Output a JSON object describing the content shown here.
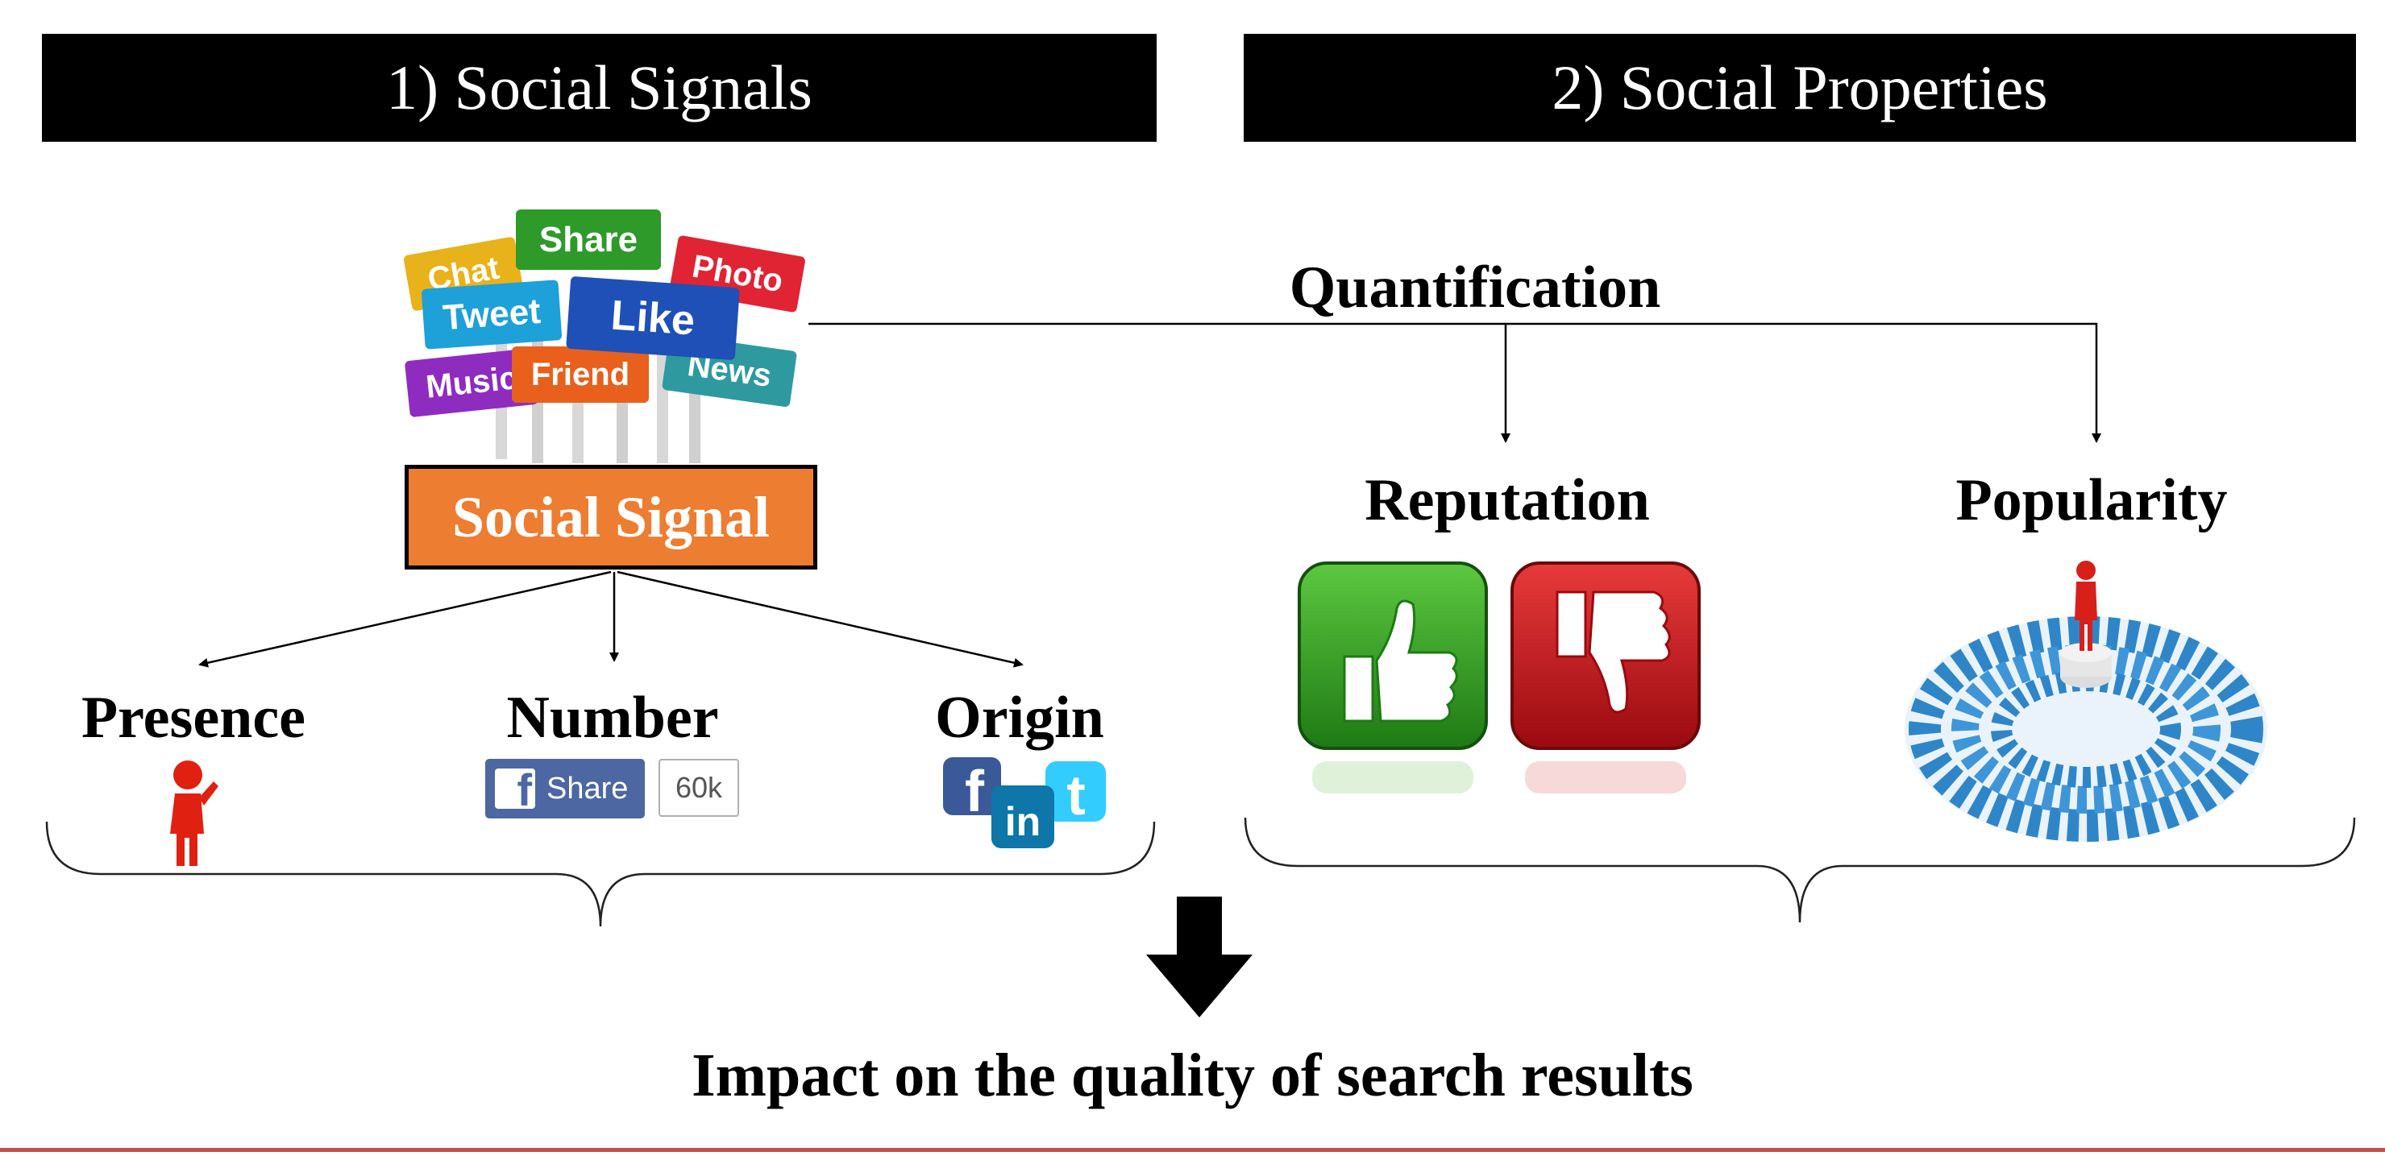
{
  "sections": {
    "left_title": "1) Social Signals",
    "right_title": "2) Social Properties"
  },
  "signs": [
    "Chat",
    "Share",
    "Photo",
    "Tweet",
    "Like",
    "Music",
    "Friend",
    "News"
  ],
  "social_signal_box": "Social Signal",
  "quantification": "Quantification",
  "left_items": [
    {
      "label": "Presence"
    },
    {
      "label": "Number",
      "share_button": "Share",
      "count": "60k"
    },
    {
      "label": "Origin"
    }
  ],
  "right_items": [
    {
      "label": "Reputation"
    },
    {
      "label": "Popularity"
    }
  ],
  "conclusion": "Impact on the quality of search results",
  "colors": {
    "banner": "#000000",
    "social_signal_fill": "#ED7D31",
    "thumb_up": "#2E8B1E",
    "thumb_down": "#C0141A",
    "crowd": "#2E86C8",
    "presence_figure": "#E02010",
    "facebook": "#3B5998",
    "linkedin": "#0E76A8",
    "twitter": "#33CCFF",
    "bottom_rule": "#C0504D"
  },
  "icons": [
    "social-signs-icon",
    "presence-person-icon",
    "facebook-share-icon",
    "facebook-icon",
    "linkedin-icon",
    "twitter-icon",
    "thumbs-up-icon",
    "thumbs-down-icon",
    "crowd-icon",
    "down-arrow-icon"
  ]
}
